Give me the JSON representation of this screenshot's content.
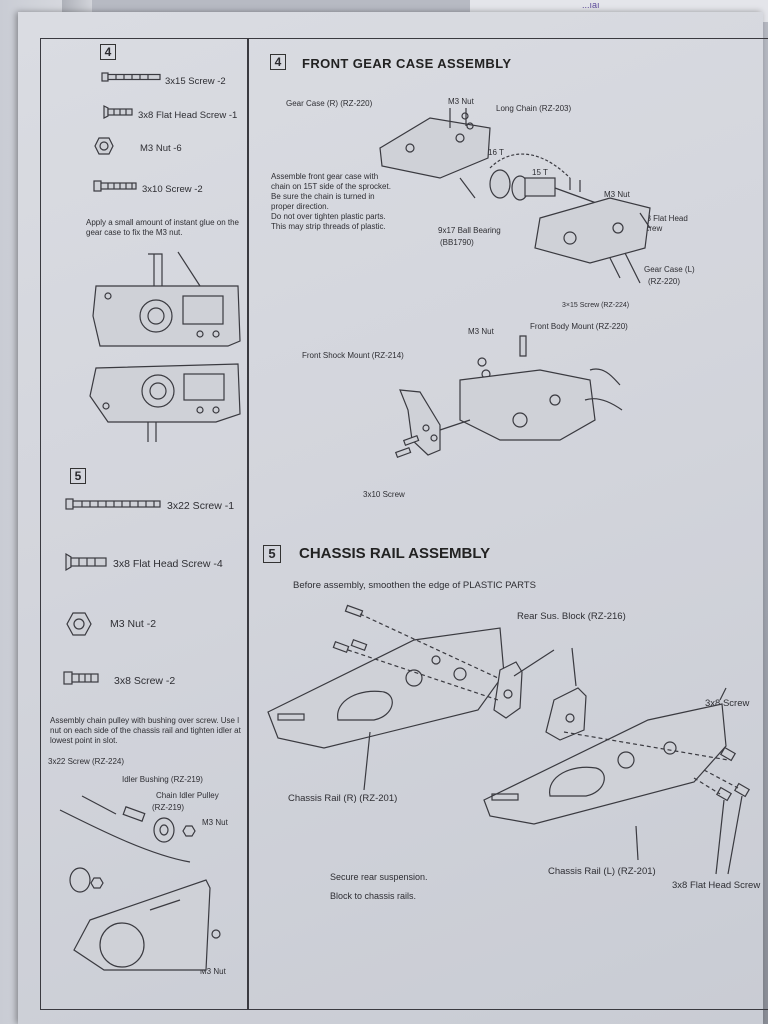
{
  "top_sheet_text": "...ıaı",
  "parts_list_4": {
    "step": "4",
    "items": [
      {
        "label": "3x15 Screw -2",
        "icon": "screw-icon"
      },
      {
        "label": "3x8 Flat Head Screw -1",
        "icon": "flat-screw-icon"
      },
      {
        "label": "M3 Nut -6",
        "icon": "nut-icon"
      },
      {
        "label": "3x10 Screw -2",
        "icon": "screw-icon"
      }
    ],
    "note": "Apply a small amount of instant glue on the gear case to fix the M3 nut."
  },
  "parts_list_5": {
    "step": "5",
    "items": [
      {
        "label": "3x22 Screw -1",
        "icon": "screw-icon"
      },
      {
        "label": "3x8 Flat Head Screw -4",
        "icon": "flat-screw-icon"
      },
      {
        "label": "M3 Nut -2",
        "icon": "nut-icon"
      },
      {
        "label": "3x8 Screw -2",
        "icon": "screw-icon"
      }
    ],
    "note": "Assembly chain pulley with bushing over screw. Use l nut on each side of the chassis rail and tighten idler at lowest point in slot.",
    "callouts": [
      "3x22 Screw (RZ-224)",
      "Idler Bushing (RZ-219)",
      "Chain Idler Pulley",
      "(RZ-219)",
      "M3 Nut",
      "M3 Nut"
    ]
  },
  "step4": {
    "number": "4",
    "title": "FRONT GEAR CASE ASSEMBLY",
    "callouts": {
      "gear_case_r": "Gear Case (R) (RZ-220)",
      "m3_nut_top": "M3 Nut",
      "long_chain": "Long Chain (RZ-203)",
      "t16": "16 T",
      "t15": "15 T",
      "m3_nut_right": "M3 Nut",
      "flat_head_line1": "3x8 Flat Head",
      "flat_head_line2": "Screw",
      "ball_bearing_line1": "9x17 Ball Bearing",
      "ball_bearing_line2": "(BB1790)",
      "gear_case_l_line1": "Gear Case (L)",
      "gear_case_l_line2": "(RZ-220)",
      "screw_3x15": "3×15 Screw (RZ-224)",
      "m3_nut_lower": "M3 Nut",
      "front_body_mount": "Front Body Mount (RZ-220)",
      "front_shock_mount": "Front Shock Mount (RZ-214)",
      "screw_3x10": "3x10 Screw"
    },
    "instructions": [
      "Assemble front gear case with",
      "chain on 15T side of the sprocket.",
      "Be sure the chain is turned in",
      "proper direction.",
      "Do not over tighten plastic parts.",
      "This may strip threads of plastic."
    ]
  },
  "step5": {
    "number": "5",
    "title": "CHASSIS RAIL ASSEMBLY",
    "subtitle": "Before assembly, smoothen the edge of PLASTIC PARTS",
    "callouts": {
      "rear_sus_block": "Rear Sus. Block (RZ-216)",
      "screw_3x8": "3x8 Screw",
      "chassis_rail_r": "Chassis Rail (R) (RZ-201)",
      "chassis_rail_l": "Chassis Rail (L) (RZ-201)",
      "flat_head": "3x8 Flat Head Screw"
    },
    "instructions": [
      "Secure rear suspension.",
      "Block to chassis rails."
    ]
  }
}
